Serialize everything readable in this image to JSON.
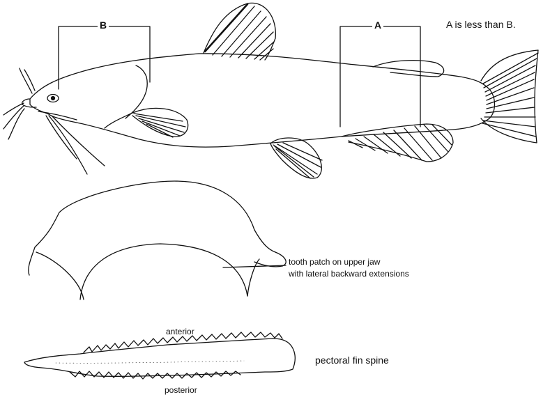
{
  "fish_diagram": {
    "bracket_b_label": "B",
    "bracket_a_label": "A",
    "comparison_note": "A is less than B."
  },
  "jaw_diagram": {
    "tooth_patch_line1": "tooth patch on upper jaw",
    "tooth_patch_line2": "with lateral backward extensions"
  },
  "spine_diagram": {
    "anterior_label": "anterior",
    "posterior_label": "posterior",
    "spine_label": "pectoral fin spine"
  },
  "colors": {
    "ink": "#111111",
    "background": "#ffffff"
  }
}
